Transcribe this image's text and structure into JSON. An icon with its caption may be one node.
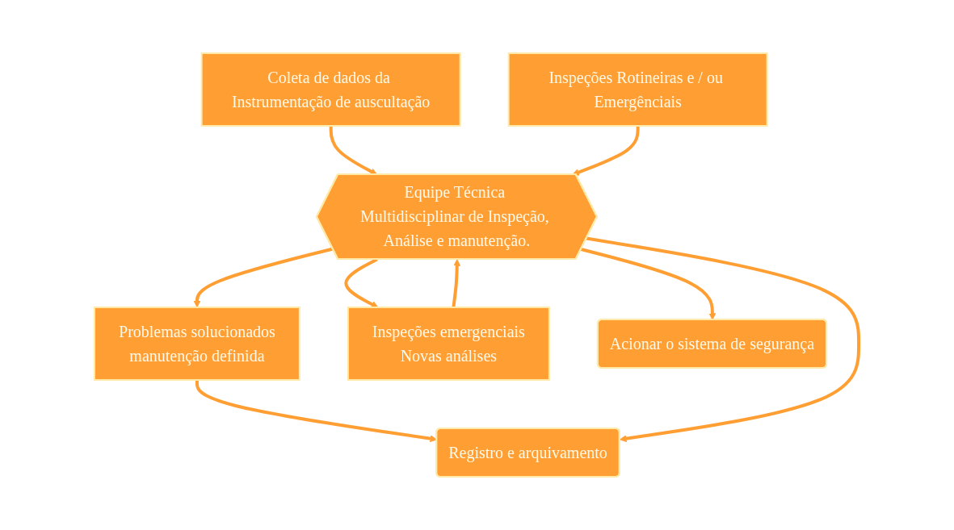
{
  "diagram": {
    "nodes": [
      {
        "text": [
          "Coleta de dados da Instrumentação de auscultação"
        ]
      },
      {
        "text": [
          "Inspeções Rotineiras e / ou Emergênciais"
        ]
      },
      {
        "text": [
          "Equipe Técnica Multidisciplinar de Inspeção, Análise e manutenção."
        ]
      },
      {
        "text": [
          "Problemas solucionados",
          "manutenção definida"
        ]
      },
      {
        "text": [
          "Inspeções emergenciais",
          "Novas análises"
        ]
      },
      {
        "text": [
          "Registro e arquivamento"
        ]
      },
      {
        "text": [
          "Acionar o sistema de segurança"
        ]
      }
    ],
    "edges": [
      {
        "from": 0,
        "to": 2,
        "arrow": "to"
      },
      {
        "from": 1,
        "to": 2,
        "arrow": "to"
      },
      {
        "from": 2,
        "to": 3,
        "arrow": "to"
      },
      {
        "from": 2,
        "to": 4,
        "arrow": "to"
      },
      {
        "from": 4,
        "to": 2,
        "arrow": "to"
      },
      {
        "from": 3,
        "to": 5,
        "arrow": "to"
      },
      {
        "from": 2,
        "to": 5,
        "arrow": "to"
      },
      {
        "from": 2,
        "to": 6,
        "arrow": "to"
      }
    ]
  }
}
